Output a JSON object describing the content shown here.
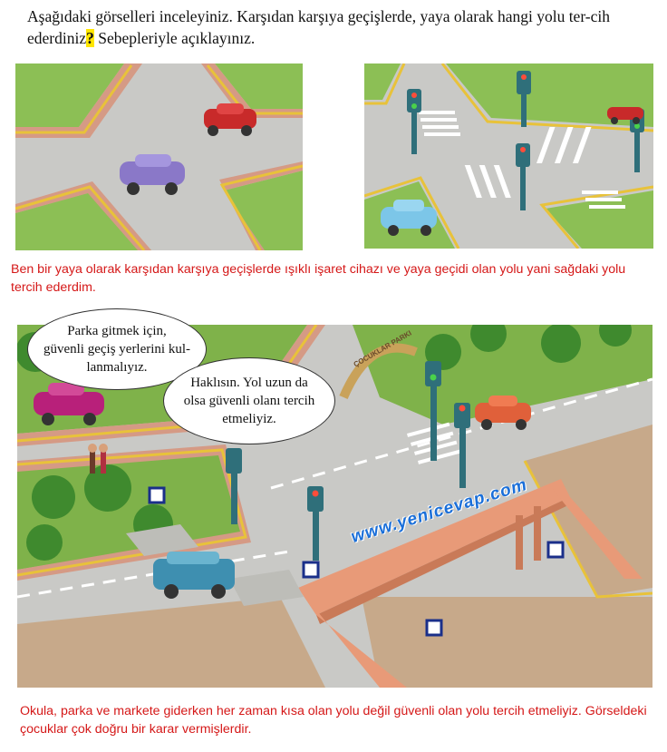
{
  "question": {
    "before": "Aşağıdaki görselleri inceleyiniz. Karşıdan karşıya geçişlerde, yaya olarak hangi yolu ter-cih ederdiniz",
    "mark": "?",
    "after": " Sebepleriyle açıklayınız."
  },
  "answers": {
    "first": "Ben bir yaya olarak karşıdan karşıya geçişlerde ışıklı işaret cihazı ve yaya geçidi olan yolu yani sağdaki yolu tercih ederdim.",
    "second": "Okula, parka ve markete giderken her zaman kısa olan yolu değil güvenli olan yolu tercih etmeliyiz. Görseldeki çocuklar çok doğru bir karar vermişlerdir."
  },
  "speech": {
    "left_lines": [
      "Parka gitmek için,",
      "güvenli geçiş yerlerini kul-",
      "lanmalıyız."
    ],
    "right_lines": [
      "Haklısın. Yol uzun da",
      "olsa güvenli olanı tercih",
      "etmeliyiz."
    ]
  },
  "watermark": "www.yenicevap.com",
  "park_sign": "ÇOCUKLAR PARKI",
  "colors": {
    "answer_text": "#d51818",
    "highlight": "#ffe600",
    "road": "#c9c9c6",
    "grass": "#7fb24a",
    "sidewalk": "#c98a7a",
    "tactile": "#e8c23a",
    "signal_pole": "#2f6f7a",
    "bridge": "#e89a78"
  }
}
